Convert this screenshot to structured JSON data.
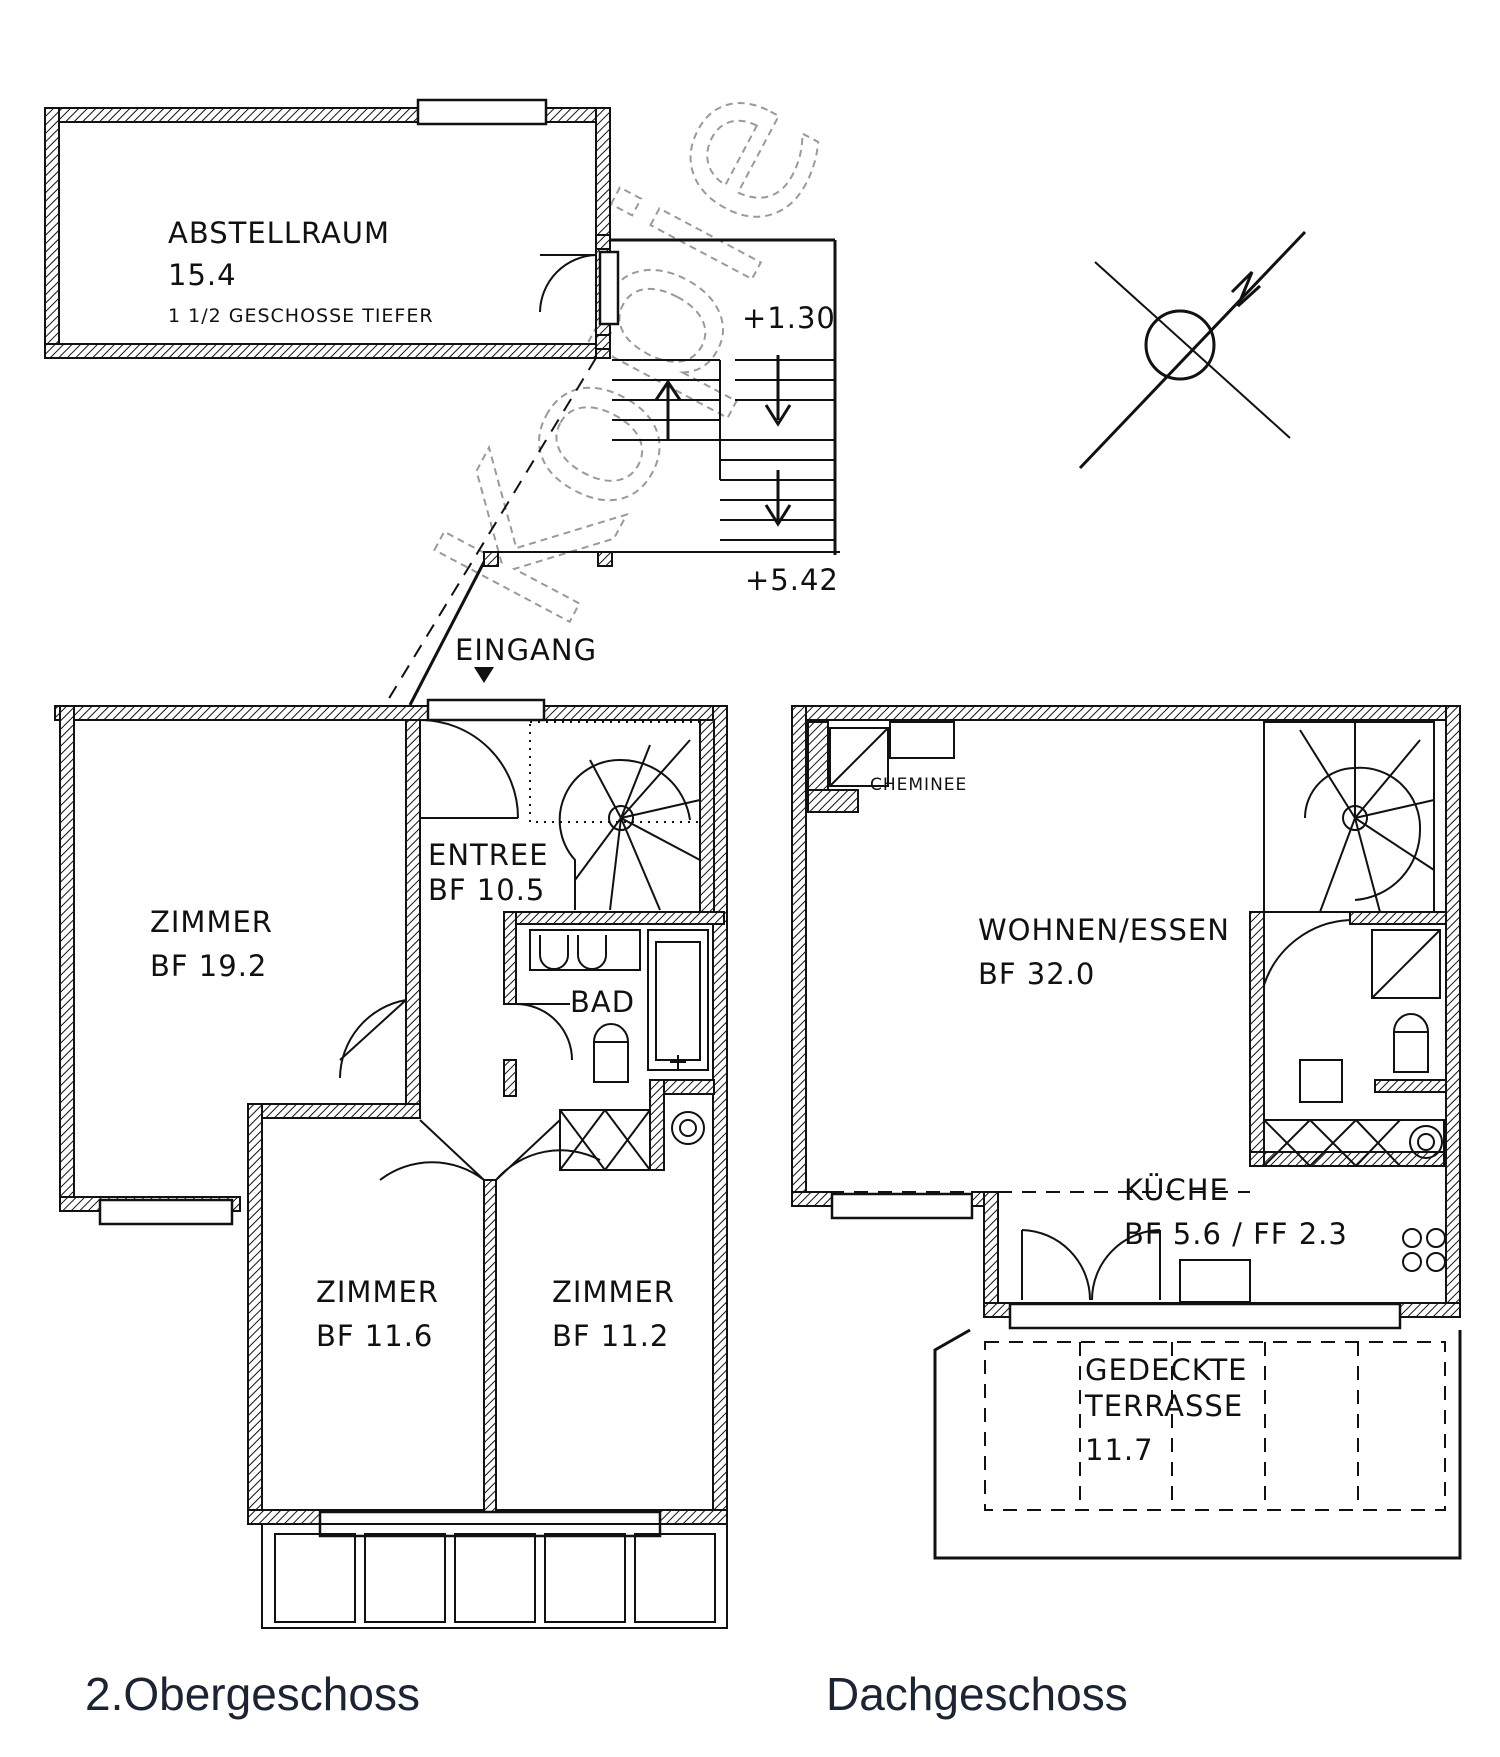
{
  "watermark": "Kopie",
  "floors": {
    "upper": {
      "caption": "2.Obergeschoss",
      "storage": {
        "name": "ABSTELLRAUM",
        "area": "15.4",
        "note": "1 1/2 GESCHOSSE TIEFER"
      },
      "levels": {
        "top": "+1.30",
        "bottom": "+5.42"
      },
      "entrance": "EINGANG",
      "entree": {
        "name": "ENTREE",
        "area": "BF    10.5"
      },
      "bath": {
        "name": "BAD"
      },
      "room_left": {
        "name": "ZIMMER",
        "area": "BF       19.2"
      },
      "room_mid": {
        "name": "ZIMMER",
        "area": "BF       11.6"
      },
      "room_right": {
        "name": "ZIMMER",
        "area": "BF       11.2"
      }
    },
    "attic": {
      "caption": "Dachgeschoss",
      "fireplace": "CHEMINEE",
      "living": {
        "name": "WOHNEN/ESSEN",
        "area": "BF      32.0"
      },
      "kitchen": {
        "name": "KÜCHE",
        "area": "BF 5.6  /  FF 2.3"
      },
      "terrace": {
        "name1": "GEDECKTE",
        "name2": "TERRASSE",
        "area": "11.7"
      }
    }
  }
}
